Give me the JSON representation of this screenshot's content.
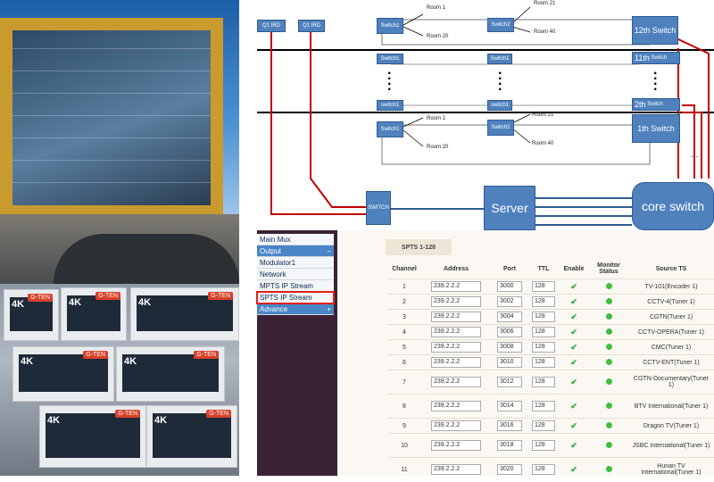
{
  "diagram": {
    "ird_labels": [
      "Q1 IRD",
      "Q1 IRD"
    ],
    "switch_label": "Switch1",
    "switch2_label": "Switch2",
    "switch_lower_label": "switch1",
    "room_top_a": "Room 1",
    "room_top_b": "Room  20",
    "room_top_c": "Room 21",
    "room_top_d": "Room 40",
    "room_mid_a": "Room 1",
    "room_mid_b": "Room  20",
    "room_mid_c": "Room 21",
    "room_mid_d": "Room 40",
    "floor_12": "12th Switch",
    "floor_11": "11th",
    "floor_11_switch": "Switch",
    "floor_2": "2th",
    "floor_2_switch": "Switch",
    "floor_1": "1th  Switch",
    "ellipsis": "...",
    "switch_bottom": "SWITCH",
    "server": "Server",
    "core_switch": "core switch"
  },
  "sidebar": {
    "items": [
      {
        "label": "Main Mux",
        "state": "normal"
      },
      {
        "label": "Output",
        "state": "header",
        "suffix": "−"
      },
      {
        "label": "Modulator1",
        "state": "normal"
      },
      {
        "label": "Network",
        "state": "normal"
      },
      {
        "label": "MPTS IP Stream",
        "state": "normal"
      },
      {
        "label": "SPTS IP Stream",
        "state": "selected"
      },
      {
        "label": "Advance",
        "state": "header",
        "suffix": "+"
      }
    ]
  },
  "table": {
    "tab": "SPTS 1-128",
    "headers": [
      "Channel",
      "Address",
      "Port",
      "TTL",
      "Enable",
      "Monitor Status",
      "Source TS"
    ],
    "rows": [
      {
        "channel": "1",
        "address": "239.2.2.2",
        "port": "3000",
        "ttl": "128",
        "source": "TV-101(Encoder 1)"
      },
      {
        "channel": "2",
        "address": "239.2.2.2",
        "port": "3002",
        "ttl": "128",
        "source": "CCTV-4(Tuner 1)"
      },
      {
        "channel": "3",
        "address": "239.2.2.2",
        "port": "3004",
        "ttl": "128",
        "source": "CGTN(Tuner 1)"
      },
      {
        "channel": "4",
        "address": "239.2.2.2",
        "port": "3006",
        "ttl": "128",
        "source": "CCTV-OPERA(Tuner 1)"
      },
      {
        "channel": "5",
        "address": "239.2.2.2",
        "port": "3008",
        "ttl": "128",
        "source": "CMC(Tuner 1)"
      },
      {
        "channel": "6",
        "address": "239.2.2.2",
        "port": "3010",
        "ttl": "128",
        "source": "CCTV-ENT(Tuner 1)"
      },
      {
        "channel": "7",
        "address": "239.2.2.2",
        "port": "3012",
        "ttl": "128",
        "source": "CGTN-Documentary(Tuner 1)"
      },
      {
        "channel": "8",
        "address": "239.2.2.2",
        "port": "3014",
        "ttl": "128",
        "source": "BTV International(Tuner 1)"
      },
      {
        "channel": "9",
        "address": "239.2.2.2",
        "port": "3016",
        "ttl": "128",
        "source": "Dragon TV(Tuner 1)"
      },
      {
        "channel": "10",
        "address": "239.2.2.2",
        "port": "3018",
        "ttl": "128",
        "source": "JSBC International(Tuner 1)"
      },
      {
        "channel": "11",
        "address": "239.2.2.2",
        "port": "3020",
        "ttl": "128",
        "source": "Hunan TV International(Tuner 1)"
      }
    ],
    "enable_icon": "check-icon",
    "status_color": "#3fbf3f"
  },
  "photos": {
    "tv_brand": "G-TEN",
    "tv_model": "4K"
  }
}
